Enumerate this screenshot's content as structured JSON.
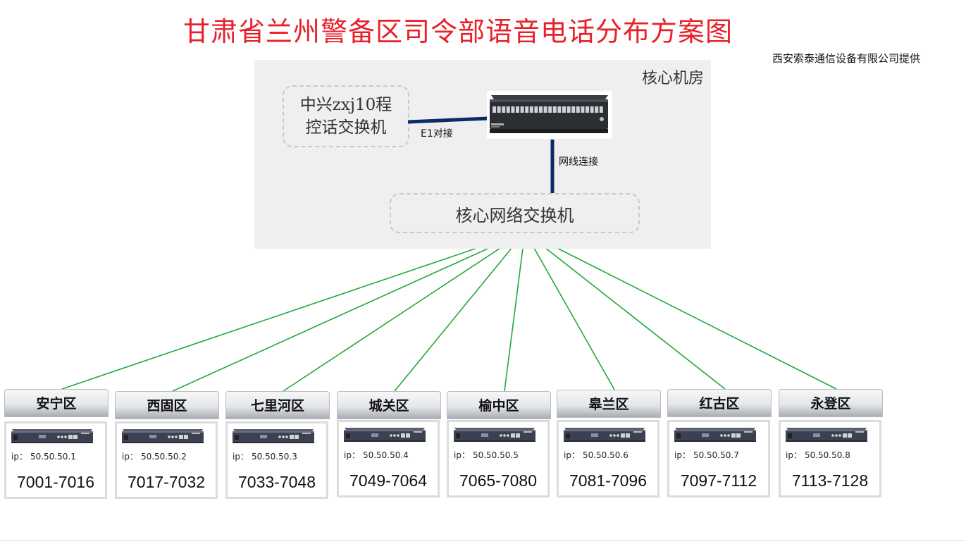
{
  "title": "甘肃省兰州警备区司令部语音电话分布方案图",
  "provider": "西安索泰通信设备有限公司提供",
  "core_room": {
    "label": "核心机房",
    "pbx_label_line1": "中兴zxj10程",
    "pbx_label_line2": "控话交换机",
    "e1_label": "E1对接",
    "cable_label": "网线连接",
    "network_switch_label": "核心网络交换机"
  },
  "colors": {
    "title": "#e8202a",
    "link_green": "#22a83a",
    "trunk_blue": "#0c2a66",
    "core_background": "#efefef"
  },
  "icons": {
    "voice_gateway": "rackmount-voice-gateway-icon",
    "endpoint_device": "voip-gateway-device-icon"
  },
  "districts": [
    {
      "name": "安宁区",
      "ip_prefix": "ip：",
      "ip": "50.50.50.1",
      "range": "7001-7016"
    },
    {
      "name": "西固区",
      "ip_prefix": "ip：",
      "ip": "50.50.50.2",
      "range": "7017-7032"
    },
    {
      "name": "七里河区",
      "ip_prefix": "ip：",
      "ip": "50.50.50.3",
      "range": "7033-7048"
    },
    {
      "name": "城关区",
      "ip_prefix": "ip：",
      "ip": "50.50.50.4",
      "range": "7049-7064"
    },
    {
      "name": "榆中区",
      "ip_prefix": "ip：",
      "ip": "50.50.50.5",
      "range": "7065-7080"
    },
    {
      "name": "皋兰区",
      "ip_prefix": "ip：",
      "ip": "50.50.50.6",
      "range": "7081-7096"
    },
    {
      "name": "红古区",
      "ip_prefix": "ip：",
      "ip": "50.50.50.7",
      "range": "7097-7112"
    },
    {
      "name": "永登区",
      "ip_prefix": "ip：",
      "ip": "50.50.50.8",
      "range": "7113-7128"
    }
  ]
}
